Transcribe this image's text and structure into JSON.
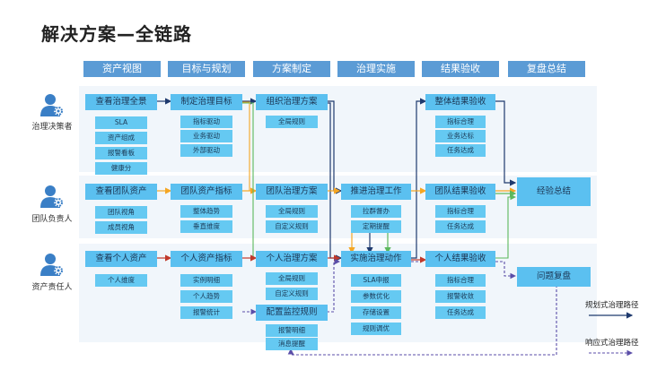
{
  "title": "解决方案—全链路",
  "columns": [
    "资产视图",
    "目标与规划",
    "方案制定",
    "治理实施",
    "结果验收",
    "复盘总结"
  ],
  "roles": [
    "治理决策者",
    "团队负责人",
    "资产责任人"
  ],
  "nodes": {
    "a1": "查看治理全景",
    "a1s1": "SLA",
    "a1s2": "资产组成",
    "a1s3": "报警看板",
    "a1s4": "健康分",
    "b1": "制定治理目标",
    "b1s1": "指标驱动",
    "b1s2": "业务驱动",
    "b1s3": "外部驱动",
    "c1": "组织治理方案",
    "c1s1": "全局规则",
    "e1": "整体结果验收",
    "e1s1": "指标合理",
    "e1s2": "业务达标",
    "e1s3": "任务达成",
    "a2": "查看团队资产",
    "a2s1": "团队视角",
    "a2s2": "成员视角",
    "b2": "团队资产指标",
    "b2s1": "整体趋势",
    "b2s2": "垂直维度",
    "c2": "团队治理方案",
    "c2s1": "全局规则",
    "c2s2": "自定义规则",
    "d2": "推进治理工作",
    "d2s1": "拉群督办",
    "d2s2": "定期提醒",
    "e2": "团队结果验收",
    "e2s1": "指标合理",
    "e2s2": "任务达成",
    "f2": "经验总结",
    "a3": "查看个人资产",
    "a3s1": "个人维度",
    "b3": "个人资产指标",
    "b3s1": "实例明细",
    "b3s2": "个人趋势",
    "b3s3": "报警统计",
    "c3": "个人治理方案",
    "c3s1": "全局规则",
    "c3s2": "自定义规则",
    "c4": "配置监控规则",
    "c4s1": "报警明细",
    "c4s2": "消息提醒",
    "d3": "实施治理动作",
    "d3s1": "SLA申报",
    "d3s2": "参数优化",
    "d3s3": "存储设置",
    "d3s4": "规则调优",
    "e3": "个人结果验收",
    "e3s1": "指标合理",
    "e3s2": "报警收敛",
    "e3s3": "任务达成",
    "f3": "问题复盘"
  },
  "legend": {
    "planned": "规划式治理路径",
    "reactive": "响应式治理路径"
  },
  "colors": {
    "header": "#5b9bd5",
    "box": "#65c9f2",
    "navy": "#1f3a6e",
    "orange": "#f5a623",
    "green": "#5cb85c",
    "red": "#c0392b",
    "purple": "#5b4ea8"
  }
}
